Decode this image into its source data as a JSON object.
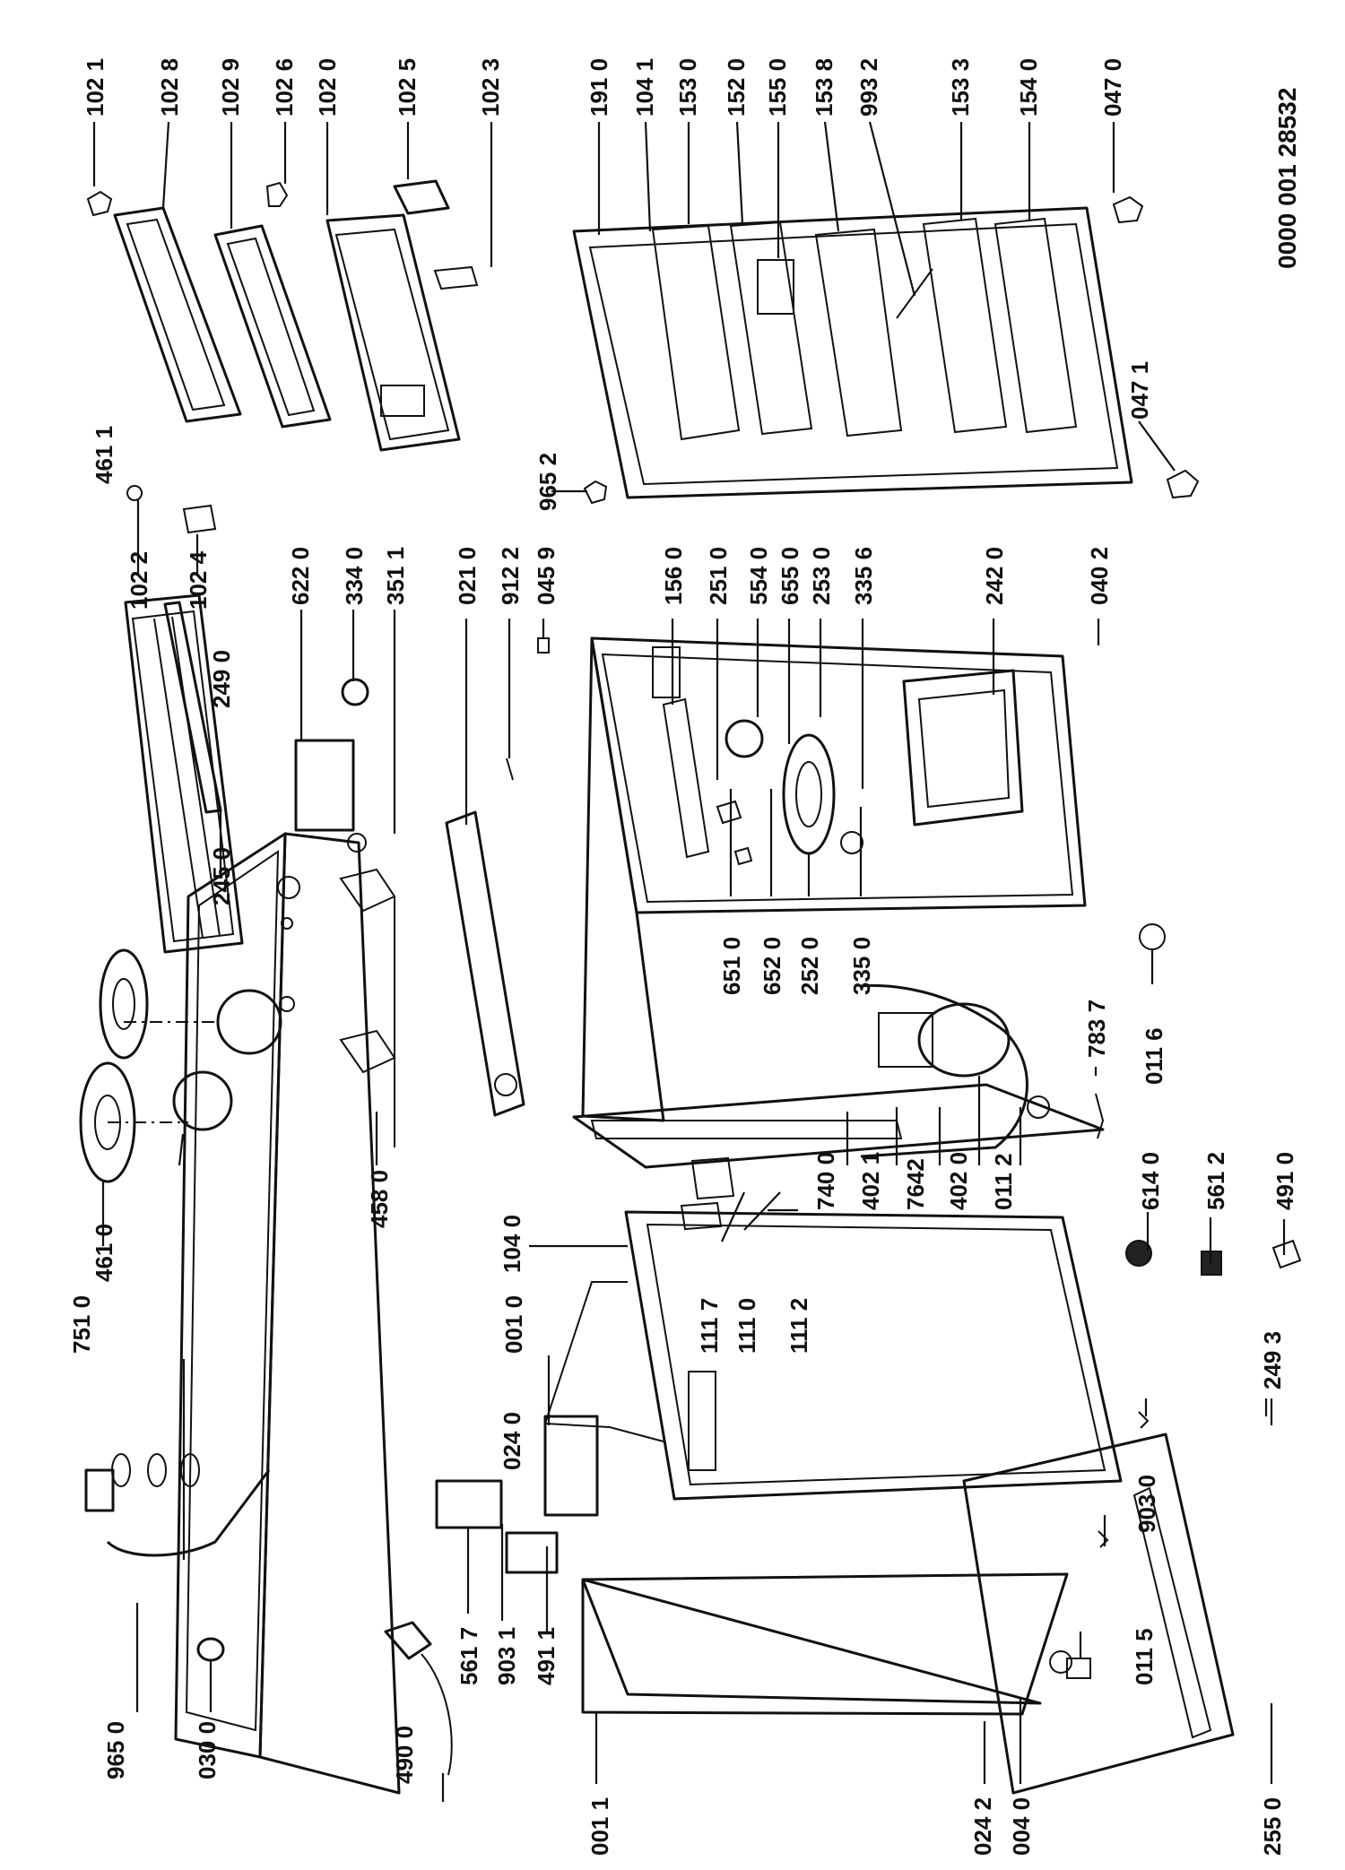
{
  "document_number": "0000 001 28532",
  "part_numbers": [
    "102 1",
    "102 8",
    "102 9",
    "102 6",
    "102 0",
    "102 5",
    "102 3",
    "191 0",
    "104 1",
    "153 0",
    "152 0",
    "155 0",
    "153 8",
    "993 2",
    "153 3",
    "154 0",
    "047 0",
    "047 1",
    "965 2",
    "461 1",
    "245 0",
    "622 0",
    "334 0",
    "351 1",
    "102 2",
    "102 4",
    "249 0",
    "021 0",
    "912 2",
    "045 9",
    "156 0",
    "251 0",
    "554 0",
    "655 0",
    "253 0",
    "335 6",
    "242 0",
    "040 2",
    "651 0",
    "652 0",
    "252 0",
    "335 0",
    "783 7",
    "011 6",
    "751 0",
    "001 0",
    "024 0",
    "461 0",
    "458 0",
    "104 0",
    "111 7",
    "111 0",
    "111 2",
    "740 0",
    "402 1",
    "7642",
    "402 0",
    "011 2",
    "614 0",
    "561 2",
    "491 0",
    "965 0",
    "030 0",
    "561 7",
    "903 1",
    "491 1",
    "490 0",
    "001 1",
    "024 2",
    "004 0",
    "011 5",
    "903 0",
    "255 0",
    "249 3"
  ]
}
